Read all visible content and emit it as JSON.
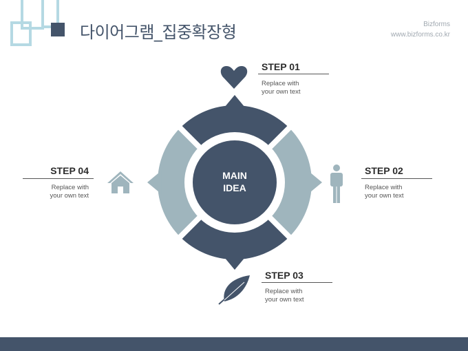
{
  "header": {
    "title": "다이어그램_집중확장형",
    "brand_name": "Bizforms",
    "brand_url": "www.bizforms.co.kr"
  },
  "center": {
    "line1": "MAIN",
    "line2": "IDEA"
  },
  "steps": [
    {
      "title": "STEP 01",
      "desc1": "Replace  with",
      "desc2": "your own text",
      "icon": "heart-icon"
    },
    {
      "title": "STEP 02",
      "desc1": "Replace  with",
      "desc2": "your own text",
      "icon": "person-icon"
    },
    {
      "title": "STEP 03",
      "desc1": "Replace  with",
      "desc2": "your own text",
      "icon": "leaf-icon"
    },
    {
      "title": "STEP 04",
      "desc1": "Replace  with",
      "desc2": "your own text",
      "icon": "house-icon"
    }
  ],
  "colors": {
    "dark": "#44546a",
    "light": "#9fb5bd",
    "logo": "#a9d3df"
  }
}
